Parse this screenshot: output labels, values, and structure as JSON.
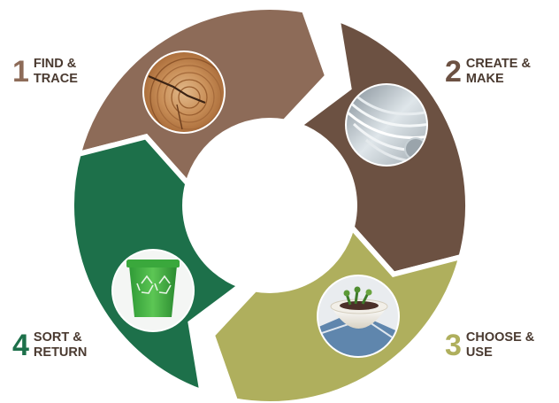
{
  "steps": [
    {
      "number": "1",
      "line1": "FIND &",
      "line2": "TRACE",
      "color": "#8d6b58",
      "icon": "wood-grain-icon"
    },
    {
      "number": "2",
      "line1": "CREATE &",
      "line2": "MAKE",
      "color": "#6c5142",
      "icon": "fiber-roll-icon"
    },
    {
      "number": "3",
      "line1": "CHOOSE &",
      "line2": "USE",
      "color": "#afaf5d",
      "icon": "food-bowl-icon"
    },
    {
      "number": "4",
      "line1": "SORT &",
      "line2": "RETURN",
      "color": "#1d704a",
      "icon": "recycling-bin-icon"
    }
  ],
  "text_color": "#4a3a30"
}
